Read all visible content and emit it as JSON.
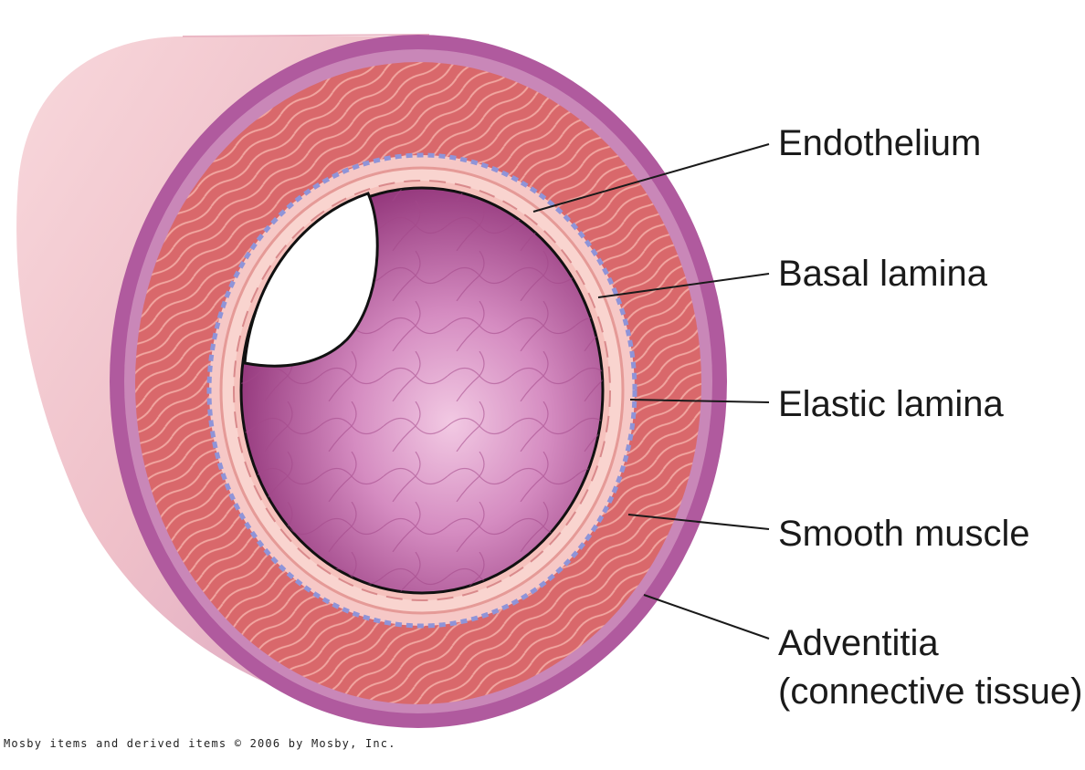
{
  "labels": {
    "endothelium": "Endothelium",
    "basal_lamina": "Basal lamina",
    "elastic_lamina": "Elastic lamina",
    "smooth_muscle": "Smooth muscle",
    "adventitia": "Adventitia",
    "adventitia_sub": "(connective tissue)"
  },
  "credit": "Mosby items and derived items © 2006 by Mosby, Inc.",
  "colors": {
    "adventitia": "#b05a9e",
    "muscle": "#d9686b",
    "elastic": "#8f94d8",
    "intima": "#f6c8c6",
    "lumen": "#a54a8c",
    "tube_outer": "#f4c3c8"
  }
}
